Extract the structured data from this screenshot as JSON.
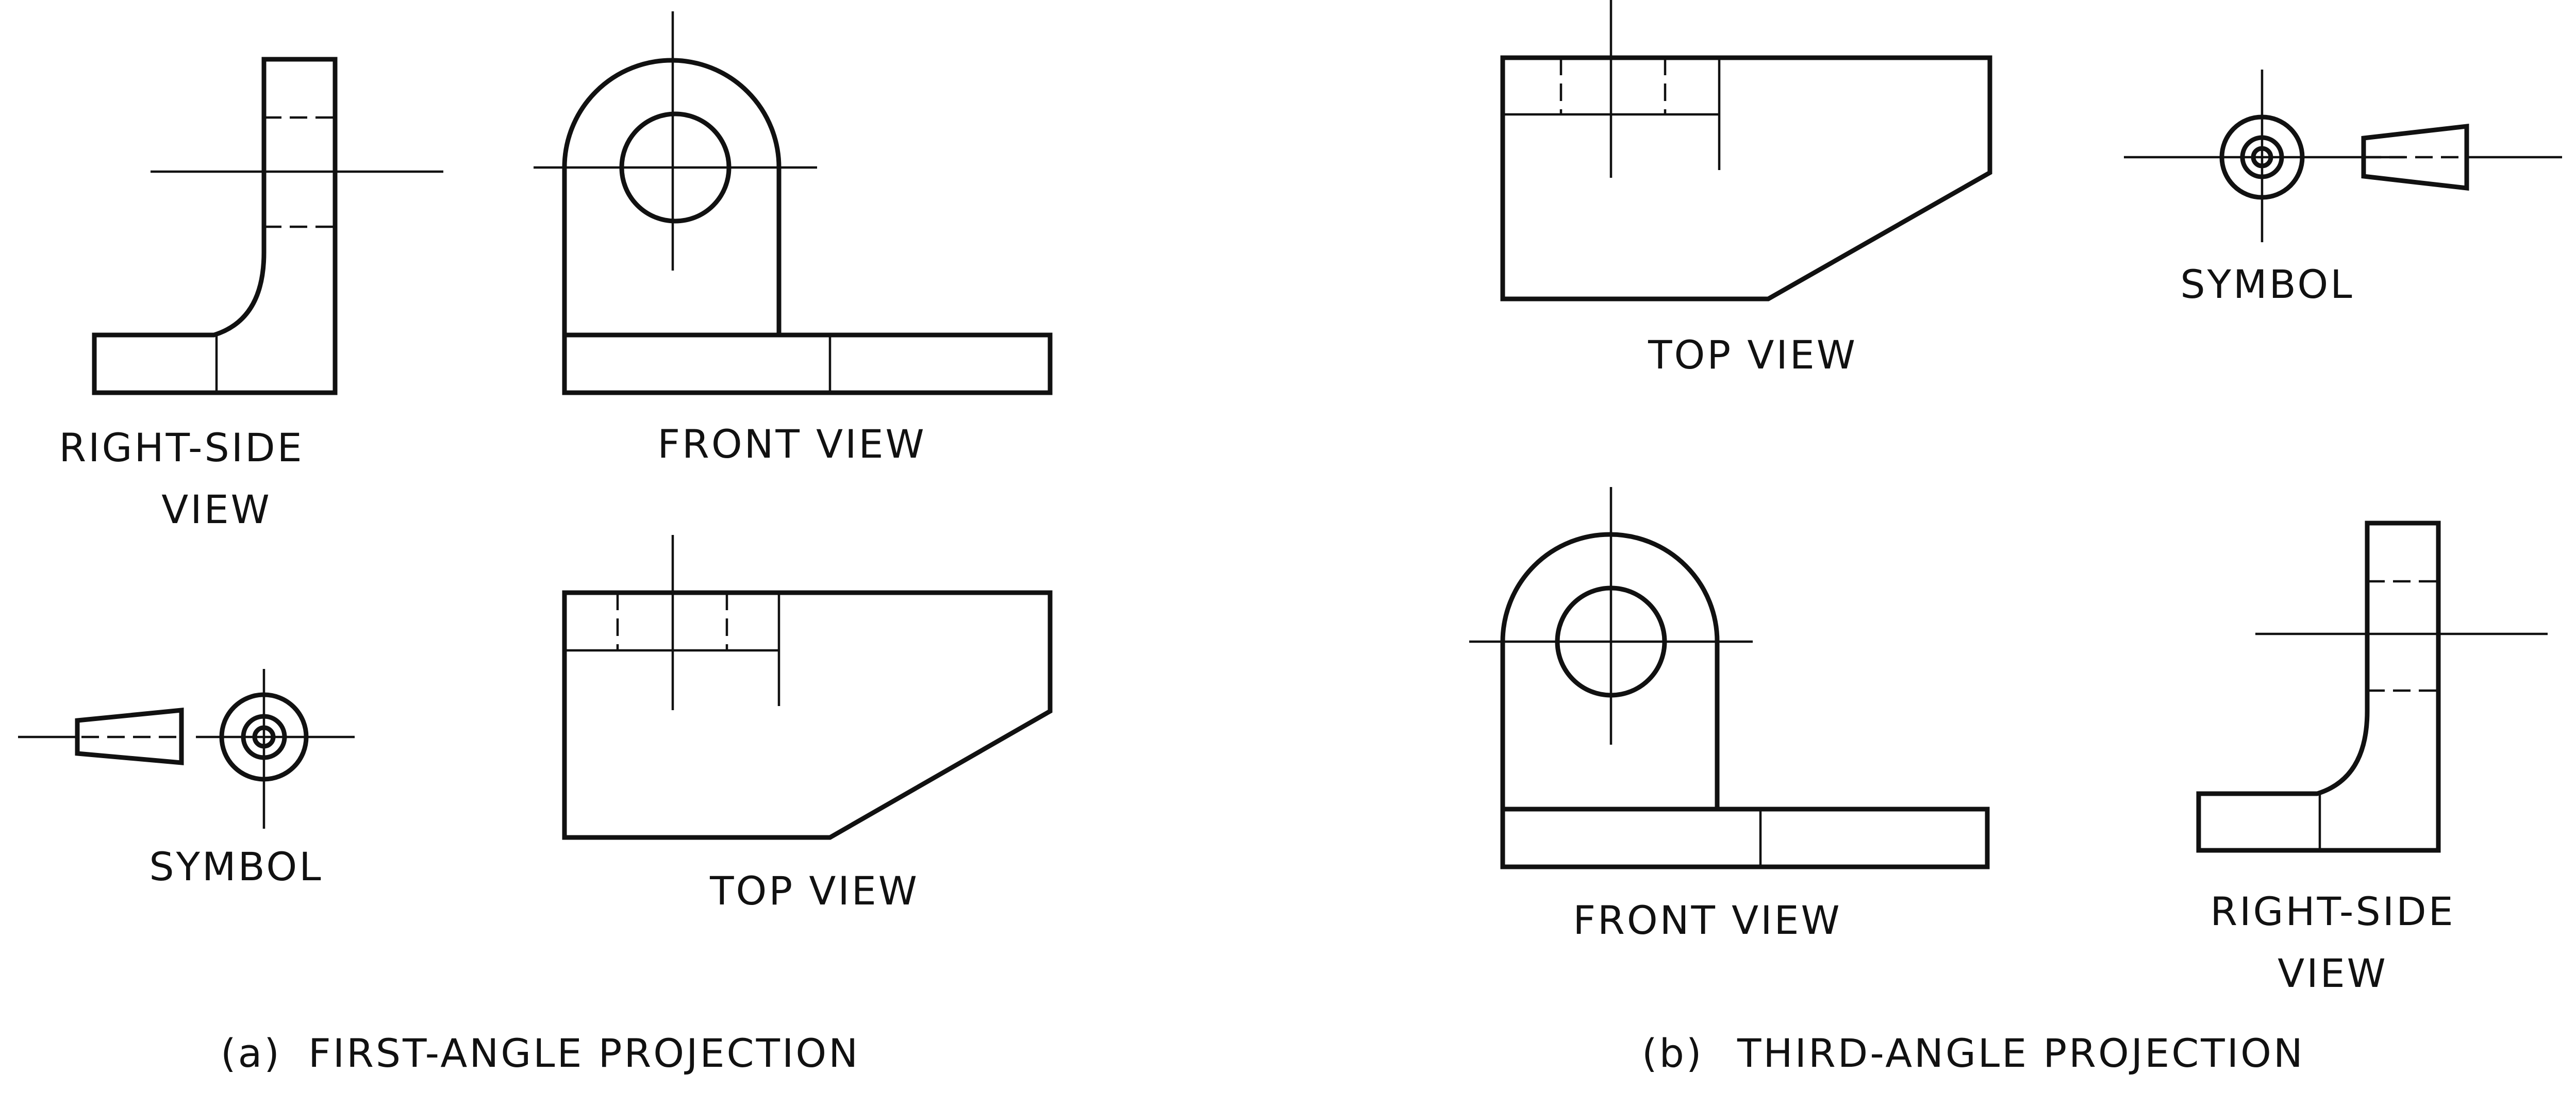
{
  "first_angle": {
    "right_side_view": [
      "RIGHT-SIDE",
      "VIEW"
    ],
    "front_view": "FRONT VIEW",
    "top_view": "TOP VIEW",
    "symbol": "SYMBOL",
    "caption_letter": "(a)",
    "caption": "FIRST-ANGLE PROJECTION"
  },
  "third_angle": {
    "top_view": "TOP VIEW",
    "symbol": "SYMBOL",
    "front_view": "FRONT VIEW",
    "right_side_view": [
      "RIGHT-SIDE",
      "VIEW"
    ],
    "caption_letter": "(b)",
    "caption": "THIRD-ANGLE PROJECTION"
  },
  "colors": {
    "line": "#111111",
    "background": "#ffffff"
  }
}
